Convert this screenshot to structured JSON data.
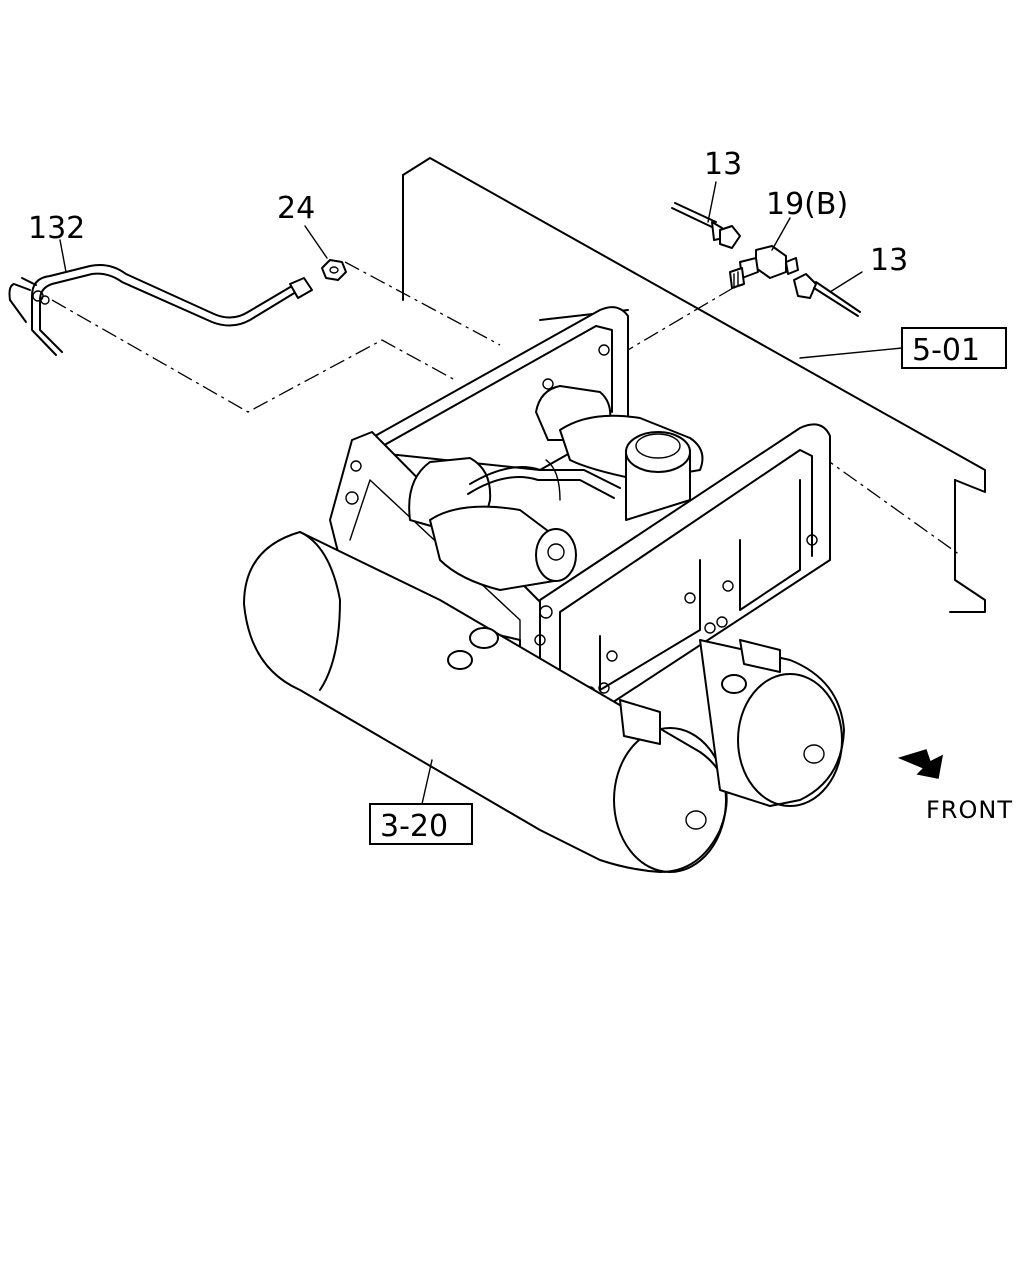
{
  "callouts": {
    "part_132": "132",
    "part_24": "24",
    "part_13_left": "13",
    "part_19b": "19(B)",
    "part_13_right": "13"
  },
  "references": {
    "ref_5_01": "5-01",
    "ref_3_20": "3-20"
  },
  "orientation": {
    "front_label": "FRONT"
  }
}
